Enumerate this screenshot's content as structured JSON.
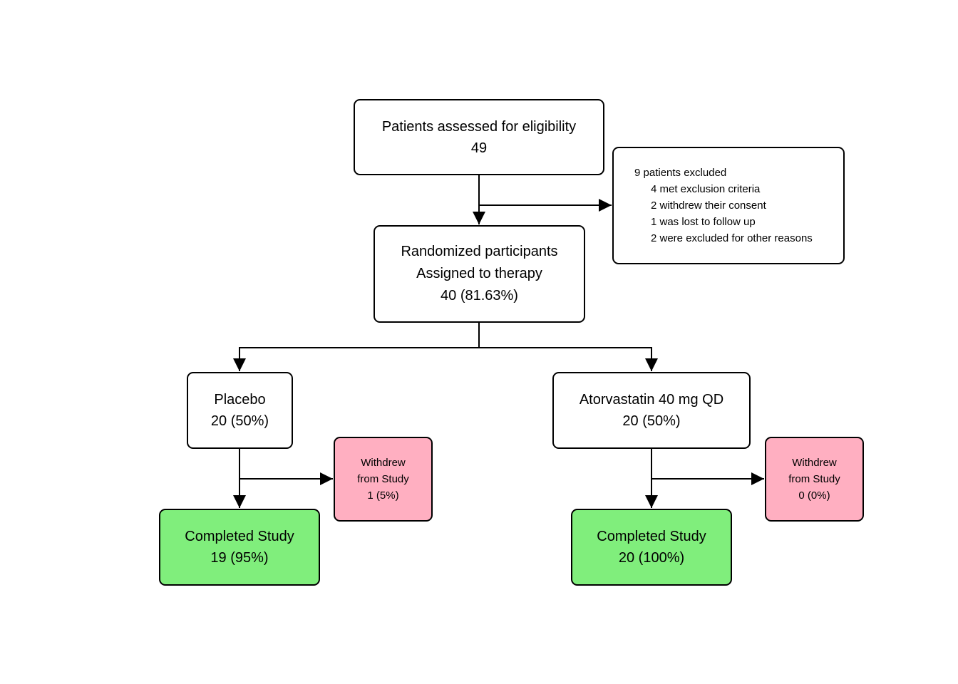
{
  "colors": {
    "stroke": "#000000",
    "completed_fill": "#80ee7c",
    "withdrew_fill": "#ffafc1",
    "default_fill": "#ffffff"
  },
  "nodes": {
    "screened": {
      "title": "Patients assessed for eligibility",
      "count": "49"
    },
    "excluded": {
      "title": "9 patients excluded",
      "reasons": [
        "4 met exclusion criteria",
        "2 withdrew their consent",
        "1 was lost to follow up",
        "2 were excluded for other reasons"
      ]
    },
    "randomized": {
      "line1": "Randomized participants",
      "line2": "Assigned to therapy",
      "count": "40 (81.63%)"
    },
    "placebo": {
      "title": "Placebo",
      "count": "20 (50%)"
    },
    "atorvastatin": {
      "title": "Atorvastatin 40 mg QD",
      "count": "20 (50%)"
    },
    "withdrew_placebo": {
      "line1": "Withdrew",
      "line2": "from Study",
      "count": "1 (5%)"
    },
    "withdrew_atorvastatin": {
      "line1": "Withdrew",
      "line2": "from Study",
      "count": "0 (0%)"
    },
    "completed_placebo": {
      "title": "Completed Study",
      "count": "19 (95%)"
    },
    "completed_atorvastatin": {
      "title": "Completed Study",
      "count": "20 (100%)"
    }
  }
}
